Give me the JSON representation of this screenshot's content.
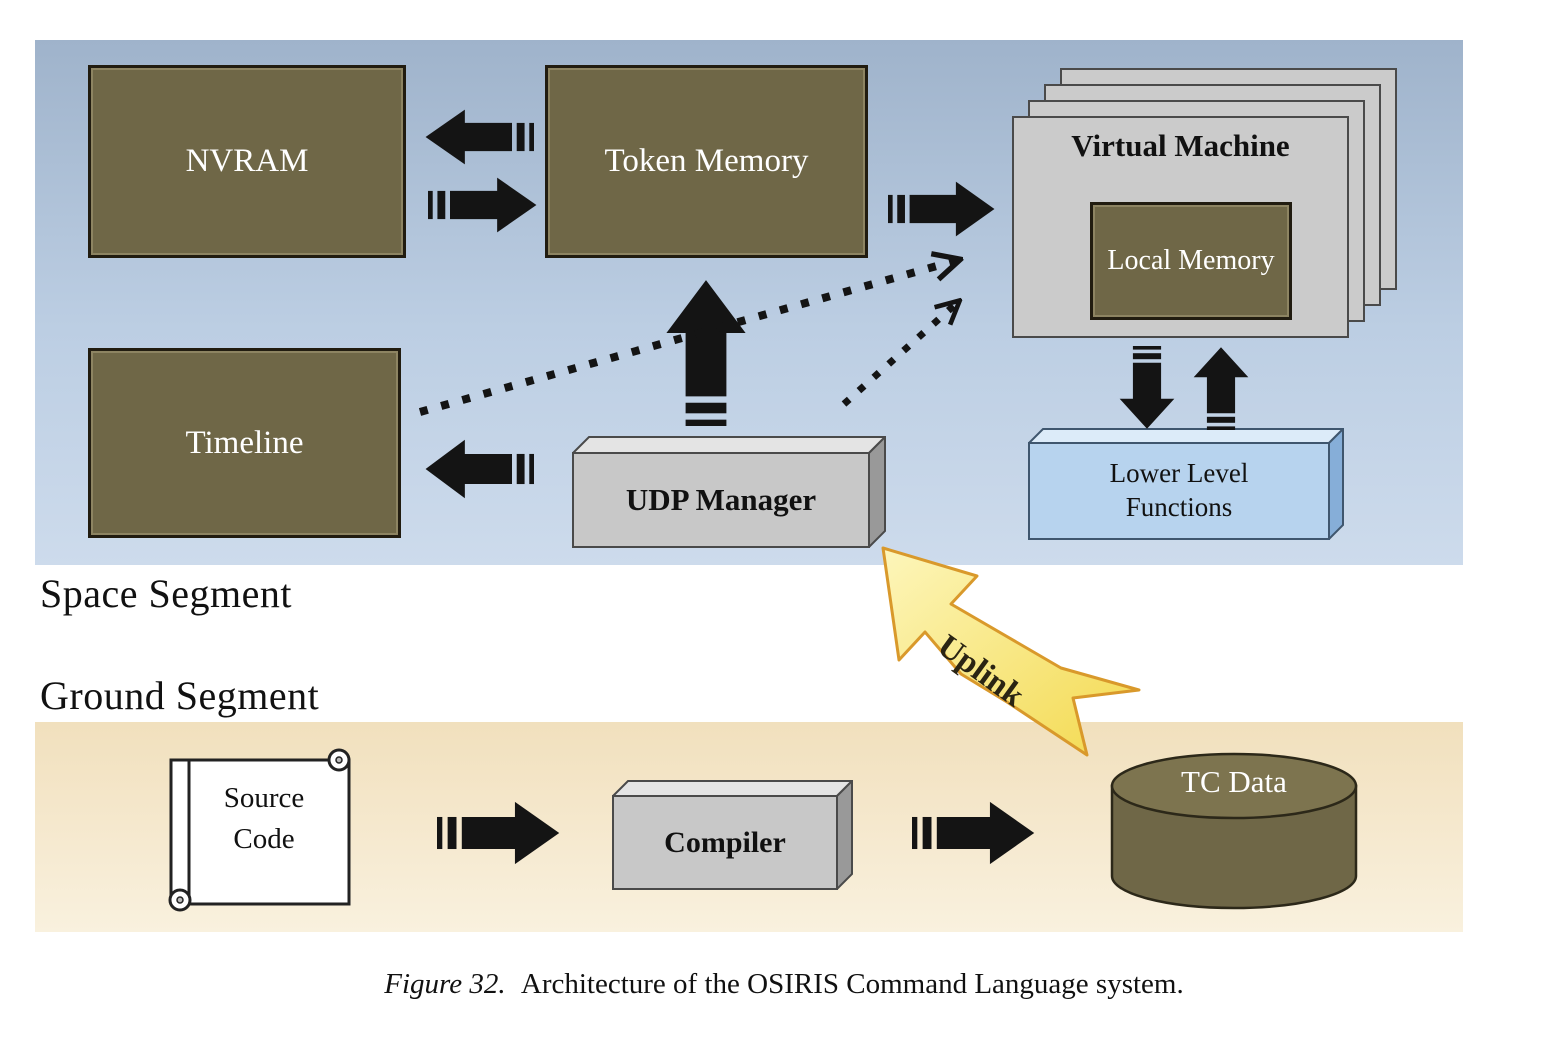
{
  "figure": {
    "caption_prefix": "Figure 32.",
    "caption_text": "Architecture of the OSIRIS Command Language system."
  },
  "space_segment": {
    "label": "Space Segment",
    "nvram": "NVRAM",
    "token_memory": "Token Memory",
    "virtual_machine": "Virtual Machine",
    "local_memory": "Local Memory",
    "timeline": "Timeline",
    "udp_manager": "UDP Manager",
    "lower_level_functions": "Lower Level Functions"
  },
  "ground_segment": {
    "label": "Ground Segment",
    "source_code": "Source Code",
    "compiler": "Compiler",
    "tc_data": "TC Data"
  },
  "uplink": {
    "label": "Uplink"
  },
  "edges": [
    {
      "from": "token_memory",
      "to": "nvram",
      "style": "solid-striped-arrow"
    },
    {
      "from": "nvram",
      "to": "token_memory",
      "style": "solid-striped-arrow"
    },
    {
      "from": "token_memory",
      "to": "virtual_machine",
      "style": "solid-striped-arrow"
    },
    {
      "from": "udp_manager",
      "to": "token_memory",
      "style": "solid-striped-arrow"
    },
    {
      "from": "udp_manager",
      "to": "timeline",
      "style": "solid-striped-arrow"
    },
    {
      "from": "timeline",
      "to": "virtual_machine",
      "style": "dotted-arrow"
    },
    {
      "from": "udp_manager",
      "to": "virtual_machine",
      "style": "dotted-arrow"
    },
    {
      "from": "virtual_machine",
      "to": "lower_level_functions",
      "style": "solid-striped-arrow"
    },
    {
      "from": "lower_level_functions",
      "to": "virtual_machine",
      "style": "solid-striped-arrow"
    },
    {
      "from": "source_code",
      "to": "compiler",
      "style": "solid-striped-arrow"
    },
    {
      "from": "compiler",
      "to": "tc_data",
      "style": "solid-striped-arrow"
    },
    {
      "from": "tc_data",
      "to": "udp_manager",
      "style": "uplink-arrow"
    }
  ],
  "colors": {
    "space_bg_top": "#9fb3cb",
    "space_bg_bottom": "#cddbec",
    "ground_bg_top": "#f1e0bd",
    "ground_bg_bottom": "#f9f1de",
    "brown_box": "#6f6747",
    "gray_box": "#c9c9c9",
    "blue_box": "#b7d3ee",
    "arrow_black": "#141414",
    "uplink_yellow": "#f8e87e",
    "uplink_border": "#d9992b"
  }
}
